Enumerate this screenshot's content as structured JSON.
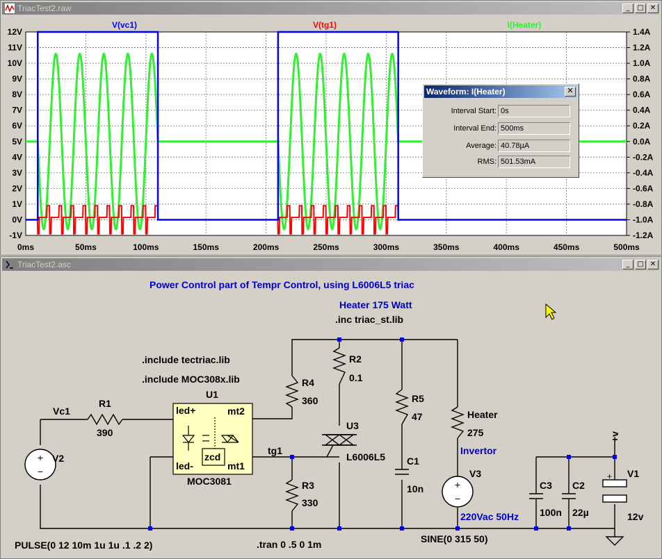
{
  "plot_window": {
    "title": "TriacTest2.raw",
    "traces": [
      {
        "name": "V(vc1)",
        "color": "#0000ff"
      },
      {
        "name": "V(tg1)",
        "color": "#ff0000"
      },
      {
        "name": "I(Heater)",
        "color": "#33ee33"
      }
    ]
  },
  "chart_data": {
    "type": "line",
    "x_unit": "ms",
    "xlim": [
      0,
      500
    ],
    "x_ticks": [
      "0ms",
      "50ms",
      "100ms",
      "150ms",
      "200ms",
      "250ms",
      "300ms",
      "350ms",
      "400ms",
      "450ms",
      "500ms"
    ],
    "y_left_lim": [
      -1,
      12
    ],
    "y_left_ticks": [
      "12V",
      "11V",
      "10V",
      "9V",
      "8V",
      "7V",
      "6V",
      "5V",
      "4V",
      "3V",
      "2V",
      "1V",
      "0V",
      "-1V"
    ],
    "y_right_lim": [
      -1.2,
      1.4
    ],
    "y_right_ticks": [
      "1.4A",
      "1.2A",
      "1.0A",
      "0.8A",
      "0.6A",
      "0.4A",
      "0.2A",
      "0.0A",
      "-0.2A",
      "-0.4A",
      "-0.6A",
      "-0.8A",
      "-1.0A",
      "-1.2A"
    ],
    "grid": true,
    "series": [
      {
        "name": "V(vc1)",
        "axis": "left",
        "shape": "pulse",
        "low": 0,
        "high": 12,
        "on_intervals": [
          [
            10,
            110
          ],
          [
            210,
            310
          ]
        ]
      },
      {
        "name": "V(tg1)",
        "axis": "left",
        "shape": "gate-pulses",
        "low": 0,
        "high": 1,
        "on_intervals": [
          [
            10,
            110
          ],
          [
            210,
            310
          ]
        ],
        "period_ms": 10
      },
      {
        "name": "I(Heater)",
        "axis": "right",
        "shape": "sine-bursts",
        "amplitude_A": 1.12,
        "freq_hz": 50,
        "on_intervals": [
          [
            10,
            110
          ],
          [
            210,
            310
          ]
        ]
      }
    ]
  },
  "waveform_dialog": {
    "title": "Waveform: I(Heater)",
    "close": "✕",
    "rows": [
      {
        "label": "Interval Start:",
        "value": "0s"
      },
      {
        "label": "Interval End:",
        "value": "500ms"
      },
      {
        "label": "Average:",
        "value": "40.78µA"
      },
      {
        "label": "RMS:",
        "value": "501.53mA"
      }
    ]
  },
  "schematic_window": {
    "title": "TriacTest2.asc",
    "directives": {
      "title": "Power Control part of Tempr Control, using L6006L5 triac",
      "heater_note": "Heater 175 Watt",
      "inc_triac": ".inc triac_st.lib",
      "include_tectriac": ".include tectriac.lib",
      "include_moc": ".include MOC308x.lib",
      "tran": ".tran 0 .5 0 1m",
      "pulse": "PULSE(0 12 10m 1u 1u .1 .2 2)",
      "sine": "SINE(0 315 50)",
      "vac": "220Vac 50Hz",
      "invertor": "Invertor"
    },
    "labels": {
      "vc1": "Vc1",
      "tg1": "tg1",
      "plusv": "+v",
      "R1": "R1",
      "R1v": "390",
      "R2": "R2",
      "R2v": "0.1",
      "R3": "R3",
      "R3v": "330",
      "R4": "R4",
      "R4v": "360",
      "R5": "R5",
      "R5v": "47",
      "U1": "U1",
      "U1v": "MOC3081",
      "U3": "U3",
      "U3v": "L6006L5",
      "C1": "C1",
      "C1v": "10n",
      "C2": "C2",
      "C2v": "22µ",
      "C3": "C3",
      "C3v": "100n",
      "V1": "V1",
      "V1v": "12v",
      "V2": "V2",
      "V3": "V3",
      "Heater": "Heater",
      "Heaterv": "275",
      "led_plus": "led+",
      "led_minus": "led-",
      "mt1": "mt1",
      "mt2": "mt2",
      "zcd": "zcd"
    }
  }
}
